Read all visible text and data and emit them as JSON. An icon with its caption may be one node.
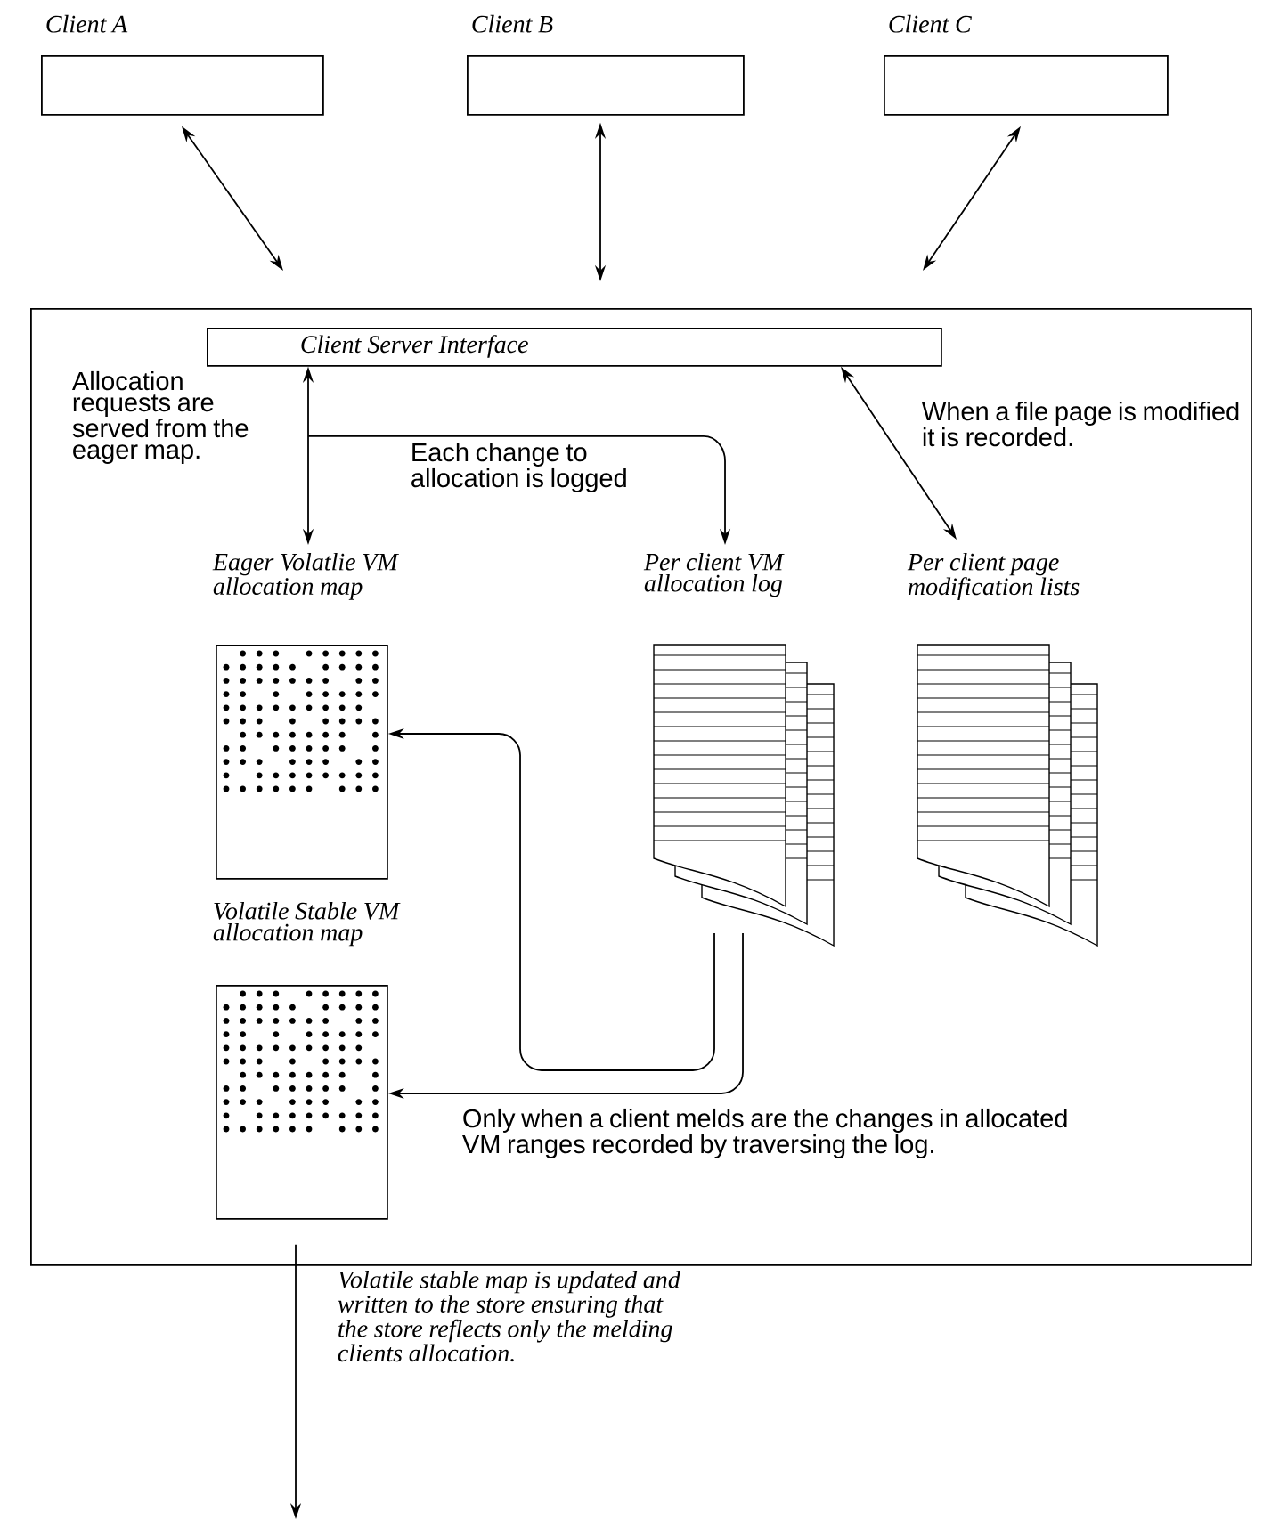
{
  "diagram": {
    "nodes": [
      {
        "text": [
          "Client A"
        ]
      },
      {
        "text": [
          "Client B"
        ]
      },
      {
        "text": [
          "Client C"
        ]
      },
      {
        "text": [],
        "shape": "box"
      },
      {
        "text": [
          "Client Server Interface"
        ],
        "in": 3
      },
      {
        "text": [
          "Eager Volatlie VM allocation map"
        ],
        "in": 3
      },
      {
        "text": [
          "Per client VM allocation log"
        ],
        "in": 3
      },
      {
        "text": [
          "Per client page modification lists"
        ],
        "in": 3
      },
      {
        "text": [
          "Volatile Stable VM allocation map"
        ],
        "in": 3
      }
    ],
    "edges": [
      {
        "from": 0,
        "to": 3,
        "arrow": "both"
      },
      {
        "from": 1,
        "to": 3,
        "arrow": "both"
      },
      {
        "from": 2,
        "to": 3,
        "arrow": "both"
      },
      {
        "from": 4,
        "to": 5,
        "arrow": "both",
        "label": "Allocation requests are served from the eager map."
      },
      {
        "from": 4,
        "to": 6,
        "arrow": "to",
        "label": "Each change to allocation is logged"
      },
      {
        "from": 4,
        "to": 7,
        "arrow": "both",
        "label": "When a file page is modified it is recorded."
      },
      {
        "from": 6,
        "to": 5,
        "arrow": "to"
      },
      {
        "from": 6,
        "to": 8,
        "arrow": "to",
        "label": "Only when a client melds are the changes in allocated VM ranges recorded by traversing the log."
      },
      {
        "from": 8,
        "to": null,
        "arrow": "to",
        "label": "Volatile stable map is updated and written to the store ensuring that the store reflects only the melding clients allocation."
      }
    ]
  }
}
